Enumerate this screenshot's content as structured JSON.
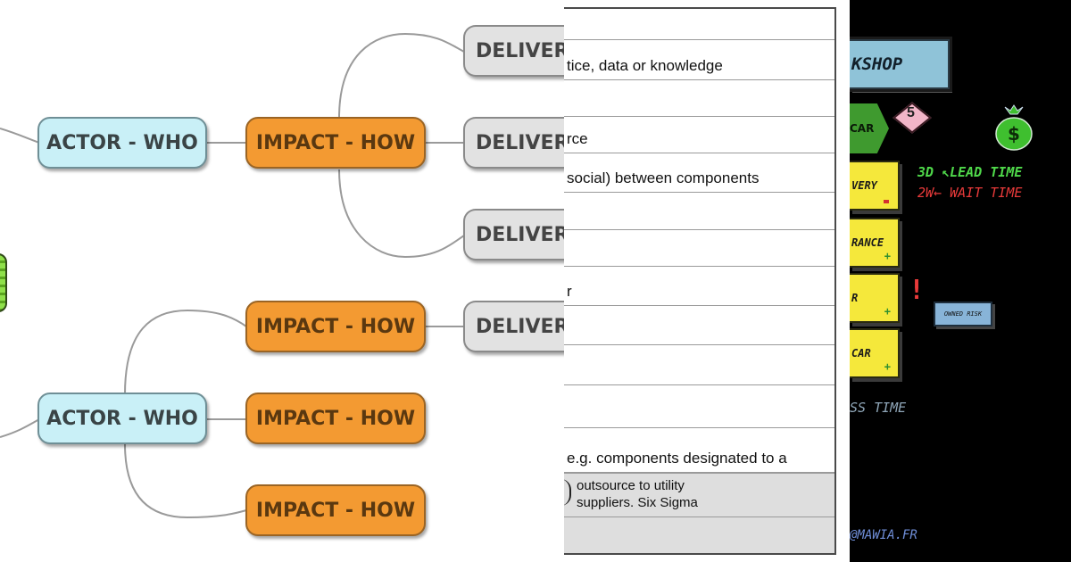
{
  "map": {
    "actor_label": "ACTOR - WHO",
    "impact_label": "IMPACT - HOW",
    "deliverable_label": "DELIVER",
    "colors": {
      "actor": "#c9f0f7",
      "impact": "#f39a32",
      "deliverable": "#e2e2e2",
      "connector": "#9a9a9a"
    }
  },
  "table": {
    "rows": [
      "",
      "tice, data or knowledge",
      "",
      "rce",
      "social) between components",
      "",
      "",
      "r",
      "",
      "",
      "",
      "e.g. components designated to a"
    ],
    "shaded_line1": "outsource to utility",
    "shaded_line2": "suppliers. Six Sigma"
  },
  "kanban": {
    "header": "KSHOP",
    "hex_label": "CAR",
    "pink_number": "5",
    "money_symbol": "$",
    "lead_time": "3D ↖LEAD TIME",
    "wait_time": "2W← WAIT TIME",
    "stickies": [
      "VERY",
      "RANCE",
      "R",
      "CAR"
    ],
    "exclamation": "!",
    "owned_risk": "OWNED RISK",
    "process_time": "SS TIME",
    "contact": "@MAWIA.FR",
    "colors": {
      "lead": "#4fd84a",
      "wait": "#e83a3a",
      "chalk": "#8fa6b8",
      "sticky": "#f5e83b"
    }
  }
}
